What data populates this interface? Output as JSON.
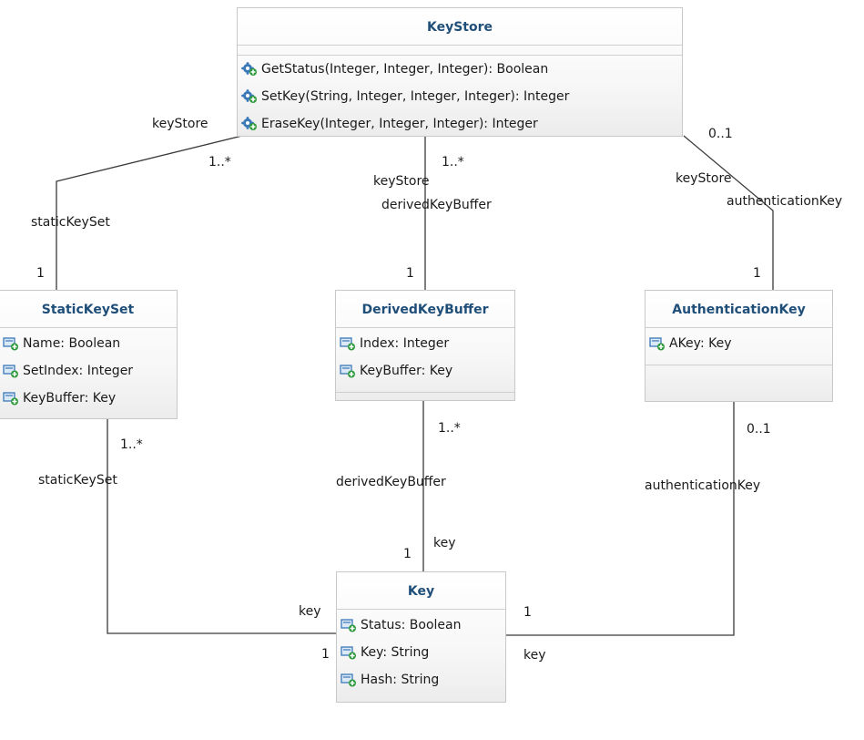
{
  "classes": {
    "keystore": {
      "name": "KeyStore",
      "operations": [
        "GetStatus(Integer, Integer, Integer): Boolean",
        "SetKey(String, Integer, Integer, Integer): Integer",
        "EraseKey(Integer, Integer, Integer): Integer"
      ]
    },
    "statickeyset": {
      "name": "StaticKeySet",
      "attributes": [
        "Name: Boolean",
        "SetIndex: Integer",
        "KeyBuffer: Key"
      ]
    },
    "derivedkeybuffer": {
      "name": "DerivedKeyBuffer",
      "attributes": [
        "Index: Integer",
        "KeyBuffer: Key"
      ]
    },
    "authenticationkey": {
      "name": "AuthenticationKey",
      "attributes": [
        "AKey: Key"
      ]
    },
    "key": {
      "name": "Key",
      "attributes": [
        "Status: Boolean",
        "Key: String",
        "Hash: String"
      ]
    }
  },
  "associations": {
    "keystore_statickeyset": {
      "keystore_role": "keyStore",
      "keystore_mult": "1..*",
      "statickeyset_role": "staticKeySet",
      "statickeyset_mult": "1"
    },
    "keystore_derivedkeybuffer": {
      "keystore_role": "keyStore",
      "keystore_mult": "1..*",
      "derivedkeybuffer_role": "derivedKeyBuffer",
      "derivedkeybuffer_mult": "1"
    },
    "keystore_authenticationkey": {
      "keystore_role": "keyStore",
      "keystore_mult": "0..1",
      "authenticationkey_role": "authenticationKey",
      "authenticationkey_mult": "1"
    },
    "statickeyset_key": {
      "statickeyset_role": "staticKeySet",
      "statickeyset_mult": "1..*",
      "key_role": "key",
      "key_mult": "1"
    },
    "derivedkeybuffer_key": {
      "derivedkeybuffer_role": "derivedKeyBuffer",
      "derivedkeybuffer_mult": "1..*",
      "key_role": "key",
      "key_mult": "1"
    },
    "authenticationkey_key": {
      "authenticationkey_role": "authenticationKey",
      "authenticationkey_mult": "0..1",
      "key_role": "key",
      "key_mult": "1"
    }
  },
  "icons": {
    "operation": "gear-operation-icon",
    "attribute": "field-attribute-icon"
  },
  "colors": {
    "class_name": "#1f4e79",
    "border": "#c8c8c8",
    "line": "#3a3a3a",
    "icon_blue": "#3b78b8",
    "icon_green": "#2e9a3c"
  }
}
